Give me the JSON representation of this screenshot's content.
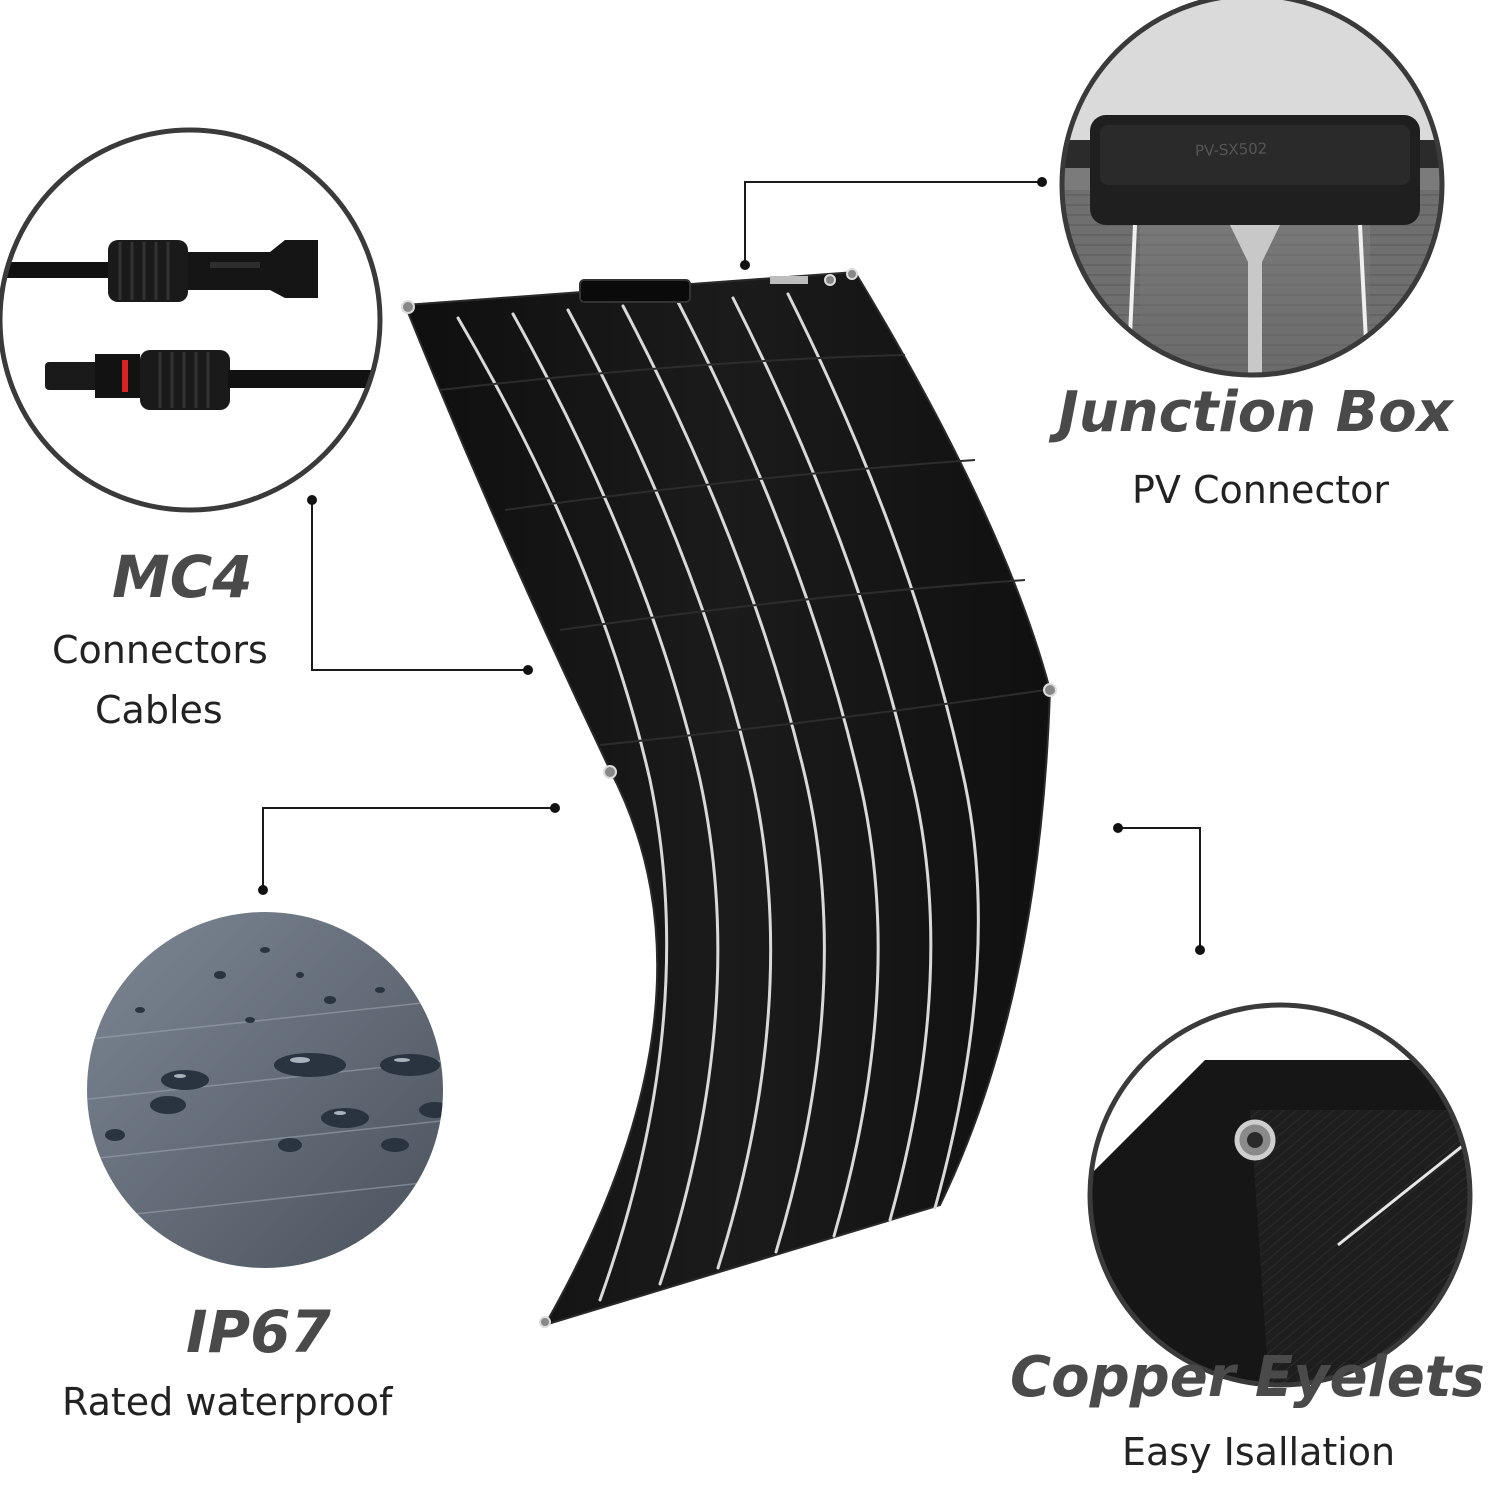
{
  "features": {
    "mc4": {
      "title": "MC4",
      "line1": "Connectors",
      "line2": "Cables",
      "icon": "mc4-connector-icon"
    },
    "junction": {
      "title": "Junction Box",
      "line1": "PV Connector",
      "stamp": "PV-SX502",
      "icon": "junction-box-icon"
    },
    "ip67": {
      "title": "IP67",
      "line1": "Rated waterproof",
      "icon": "water-droplets-icon"
    },
    "eyelets": {
      "title": "Copper Eyelets",
      "line1": "Easy Isallation",
      "icon": "copper-eyelet-icon"
    }
  },
  "colors": {
    "panel": "#151515",
    "panel_edge": "#2a2a2a",
    "cell_line": "#d9d9d9",
    "title_text": "#4a4a4a",
    "callout_line": "#1a1a1a",
    "circle_border": "#3a3a3a"
  }
}
